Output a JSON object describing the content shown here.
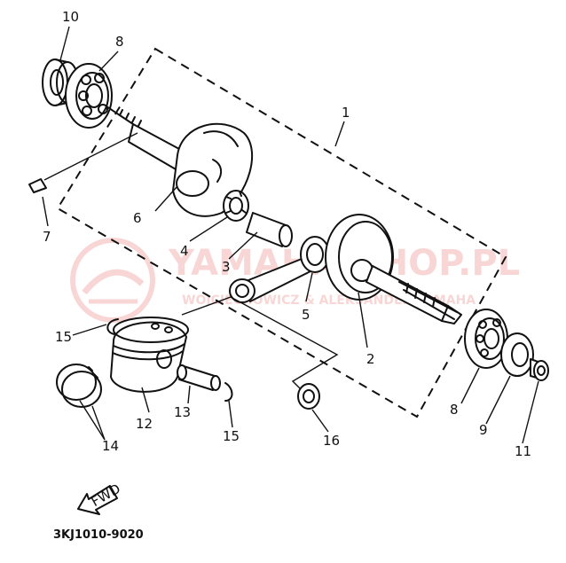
{
  "watermark": {
    "text": "YAMAHA-SHOP.PL",
    "subtext": "WOJCIECHOWICZ & ALEKSANDER YAMAHA",
    "color": "#e84848"
  },
  "diagram_code": "3KJ1010-9020",
  "fwd_arrow_label": "FWD",
  "callouts": {
    "c1": "1",
    "c2": "2",
    "c3": "3",
    "c4": "4",
    "c5": "5",
    "c6": "6",
    "c7": "7",
    "c8a": "8",
    "c8b": "8",
    "c9": "9",
    "c10": "10",
    "c11": "11",
    "c12": "12",
    "c13": "13",
    "c14": "14",
    "c15a": "15",
    "c15b": "15",
    "c16": "16"
  }
}
